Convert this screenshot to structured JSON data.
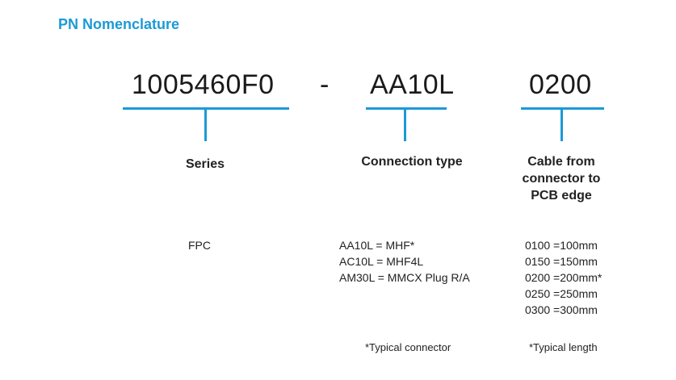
{
  "title": "PN Nomenclature",
  "segments": {
    "series_code": "1005460F0",
    "separator": "-",
    "connection_code": "AA10L",
    "cable_code": "0200"
  },
  "accent_color": "#1b9ad6",
  "columns": {
    "series": {
      "heading": "Series",
      "values": [
        "FPC"
      ]
    },
    "connection": {
      "heading": "Connection type",
      "values": [
        "AA10L = MHF*",
        "AC10L = MHF4L",
        "AM30L = MMCX Plug R/A"
      ],
      "note": "*Typical connector"
    },
    "cable": {
      "heading_lines": [
        "Cable from",
        "connector to",
        "PCB edge"
      ],
      "values": [
        "0100 =100mm",
        "0150 =150mm",
        "0200 =200mm*",
        "0250 =250mm",
        "0300 =300mm"
      ],
      "note": "*Typical length"
    }
  }
}
